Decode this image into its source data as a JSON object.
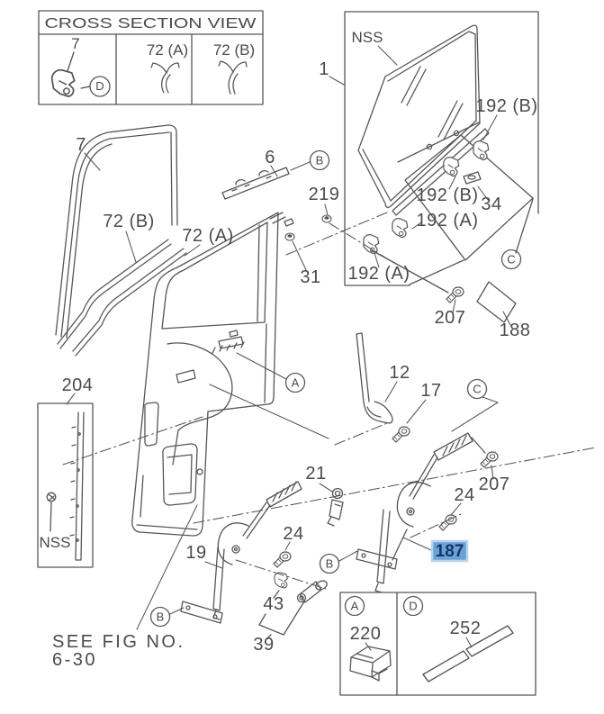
{
  "colors": {
    "line": "#565656",
    "text": "#4b4b4b",
    "highlight_bg": "#6ba3d6",
    "highlight_border": "#b9d4ec",
    "highlight_text": "#17356b"
  },
  "cross_section_view": {
    "title": "CROSS SECTION VIEW",
    "cell_7": "7",
    "cell_72a": "72 (A)",
    "cell_72b": "72 (B)"
  },
  "markers": {
    "a": "A",
    "b": "B",
    "c": "C",
    "d": "D"
  },
  "parts": {
    "p1": "1",
    "p6": "6",
    "p7": "7",
    "p12": "12",
    "p17": "17",
    "p19": "19",
    "p21": "21",
    "p24": "24",
    "p31": "31",
    "p34": "34",
    "p39": "39",
    "p43": "43",
    "p72a": "72 (A)",
    "p72b": "72 (B)",
    "p188": "188",
    "p192a": "192 (A)",
    "p192b": "192 (B)",
    "p204": "204",
    "p207": "207",
    "p219": "219",
    "p220": "220",
    "p252": "252"
  },
  "selected_part": {
    "number": "187"
  },
  "glass": {
    "marking": "NSS"
  },
  "sash_204": {
    "marking": "NSS"
  },
  "footer": {
    "line1": "SEE FIG NO.",
    "line2": "6-30"
  }
}
